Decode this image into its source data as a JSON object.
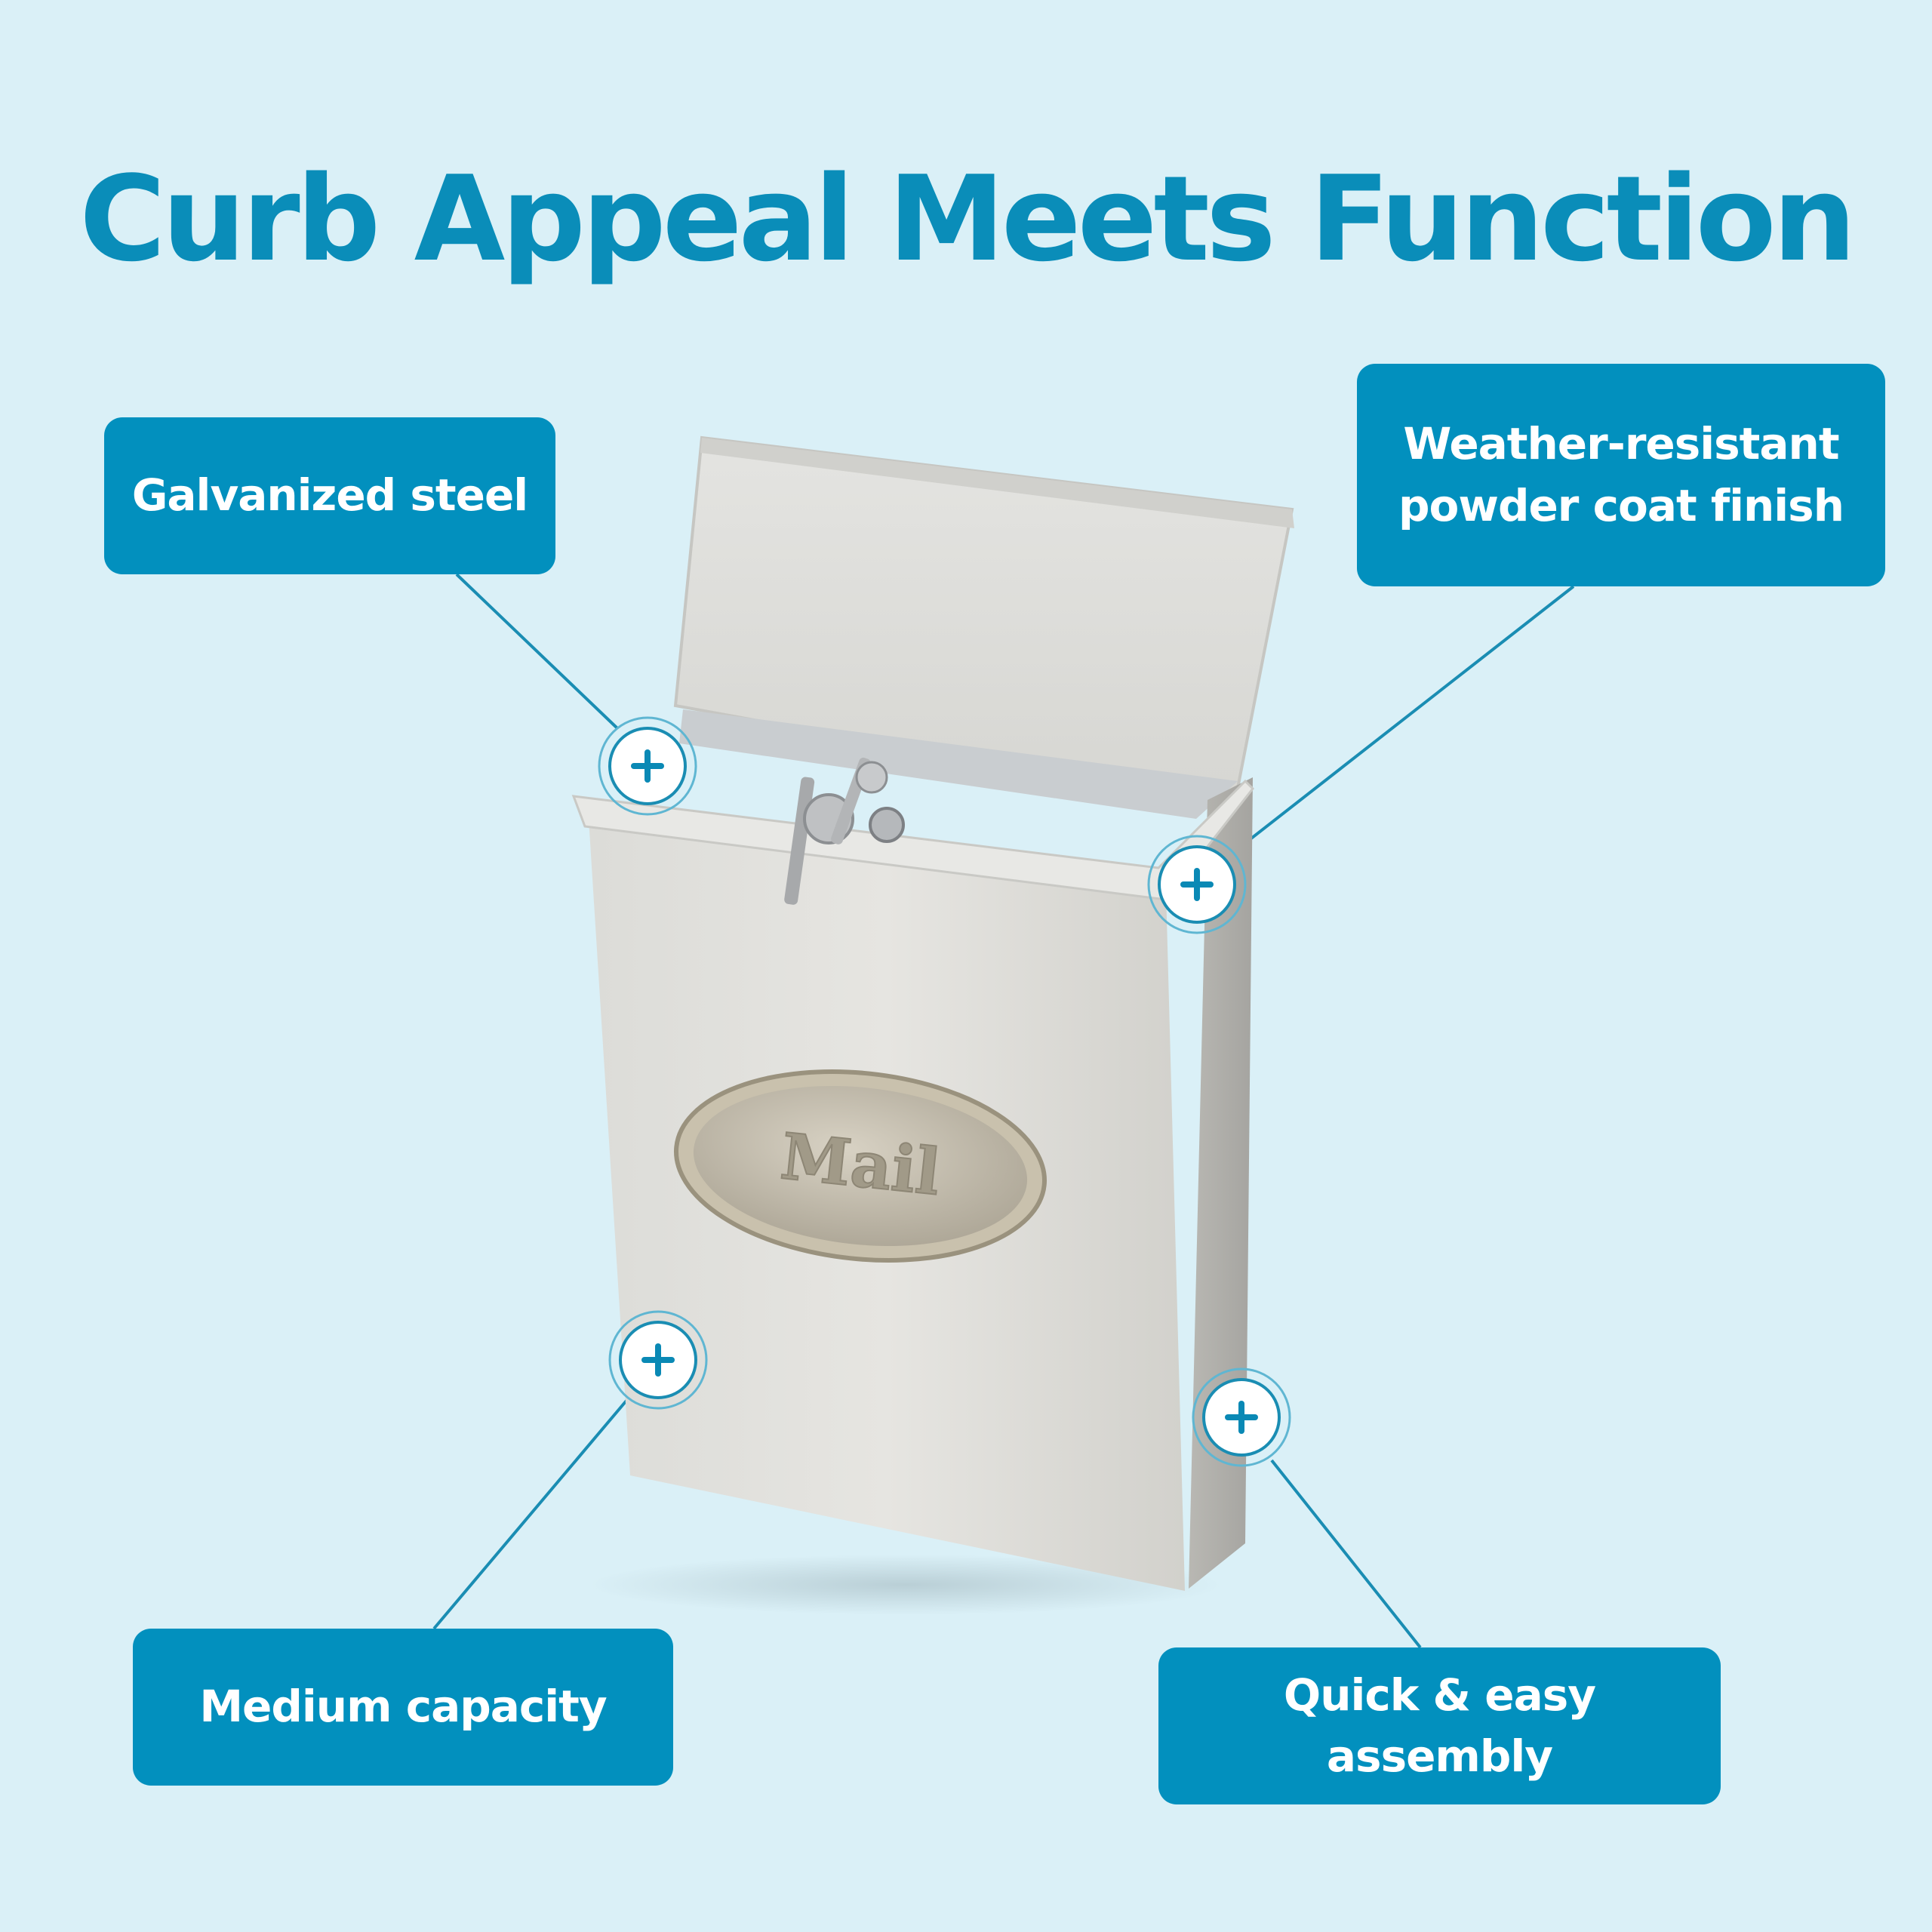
{
  "headline": "Curb Appeal Meets Function",
  "callouts": {
    "galvanized": "Galvanized steel",
    "weather": "Weather-resistant\npowder coat finish",
    "capacity": "Medium capacity",
    "assembly": "Quick & easy assembly"
  },
  "product": {
    "plaque_text": "Mail"
  },
  "hotspot_icon": "plus-icon",
  "colors": {
    "background": "#daf0f7",
    "accent": "#0290be",
    "headline": "#0a8db9",
    "text_on_accent": "#ffffff"
  }
}
